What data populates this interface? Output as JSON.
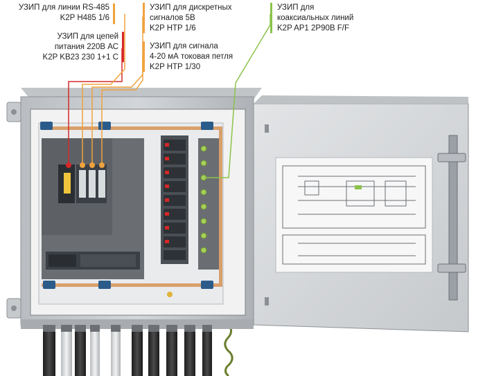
{
  "labels": {
    "rs485": {
      "lines": [
        "УЗИП для линии RS-485",
        "K2P H485 1/6"
      ],
      "color": "#f0a23c"
    },
    "power": {
      "lines": [
        "УЗИП для цепей",
        "питания 220В АС",
        "K2P KB23 230 1+1 C"
      ],
      "color": "#d62828"
    },
    "discrete": {
      "lines": [
        "УЗИП для дискретных",
        "сигналов 5В",
        "K2P HTP 1/6"
      ],
      "color": "#f0a23c"
    },
    "current": {
      "lines": [
        "УЗИП для сигнала",
        "4-20 мА токовая петля",
        "K2P HTP 1/30"
      ],
      "color": "#f0a23c"
    },
    "coax": {
      "lines": [
        "УЗИП для",
        "коаксиальных линий",
        "K2P AP1 2P90B F/F"
      ],
      "color": "#8bc34a"
    }
  },
  "colors": {
    "cabinet": "#c9cccf",
    "door": "#d8dadc",
    "panel": "#e2e4e6",
    "din": "#9aa0a6",
    "device": "#3a3f45",
    "copper": "#d9a06b",
    "accent_red": "#d62828",
    "accent_orange": "#f0a23c",
    "accent_green": "#8bc34a"
  }
}
